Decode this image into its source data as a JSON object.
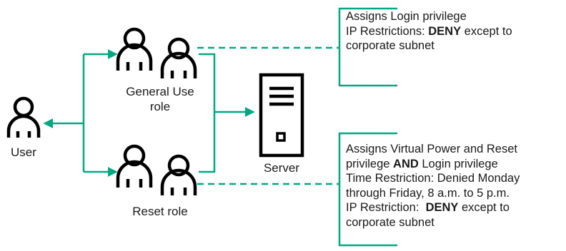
{
  "colors": {
    "connector": "#01a982",
    "icon": "#000000",
    "text": "#1a1a1a"
  },
  "nodes": {
    "user": {
      "label": "User",
      "icon": "person-icon"
    },
    "general_role": {
      "label_line1": "General Use",
      "label_line2": "role",
      "icon": "group-icon"
    },
    "reset_role": {
      "label": "Reset role",
      "icon": "group-icon"
    },
    "server": {
      "label": "Server",
      "icon": "server-icon"
    }
  },
  "notes": {
    "general": {
      "line1": "Assigns Login privilege",
      "line2_prefix": "IP Restrictions: ",
      "line2_bold": "DENY",
      "line2_suffix": " except to",
      "line3": "corporate subnet"
    },
    "reset": {
      "line1": "Assigns Virtual Power and Reset",
      "line2_prefix": "privilege ",
      "line2_bold": "AND",
      "line2_suffix": " Login privilege",
      "line3": "Time Restriction: Denied Monday",
      "line4": "through Friday, 8 a.m. to 5 p.m.",
      "line5_prefix": "IP Restriction:  ",
      "line5_bold": "DENY",
      "line5_suffix": " except to",
      "line6": "corporate subnet"
    }
  }
}
